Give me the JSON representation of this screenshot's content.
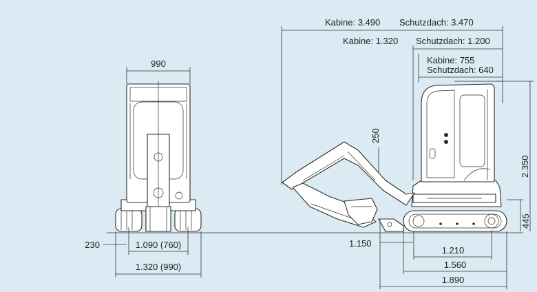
{
  "colors": {
    "background": "#dbeaf3",
    "line": "#333333",
    "machine_fill": "#ffffff"
  },
  "front_view": {
    "width_top": "990",
    "ground_clearance": "230",
    "track_gauge": "1.090 (760)",
    "overall_width": "1.320 (990)"
  },
  "side_view": {
    "cabin_length_total": "Kabine: 3.490",
    "canopy_length_total": "Schutzdach: 3.470",
    "cabin_tail": "Kabine: 1.320",
    "canopy_tail": "Schutzdach: 1.200",
    "cabin_rear": "Kabine: 755",
    "canopy_rear": "Schutzdach: 640",
    "arm_clearance": "250",
    "overall_height": "2.350",
    "counterweight_height": "445",
    "front_reach": "1.150",
    "tumbler_distance": "1.210",
    "track_length": "1.560",
    "undercarriage_length": "1.890"
  }
}
